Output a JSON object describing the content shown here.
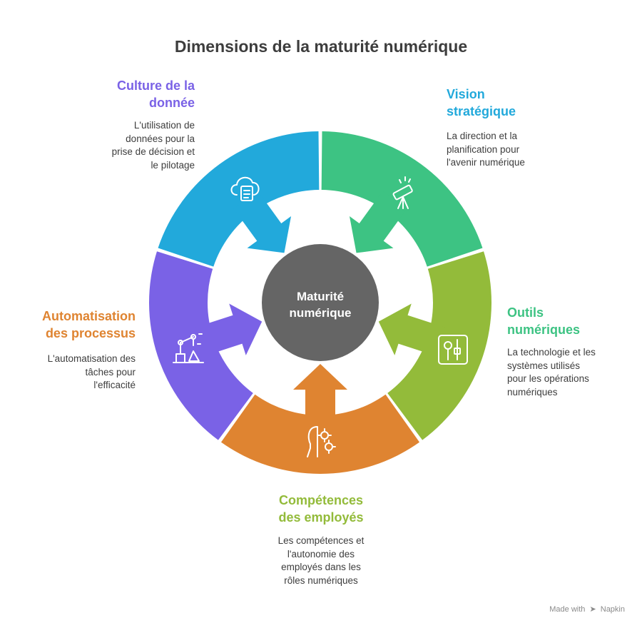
{
  "title": "Dimensions de la maturité numérique",
  "center": {
    "line1": "Maturité",
    "line2": "numérique",
    "color": "#656565"
  },
  "segments": [
    {
      "label": "Culture de la\ndonnée",
      "description": "L'utilisation de\ndonnées pour la\nprise de décision et\nle pilotage",
      "color": "#7a62e6",
      "icon": "cloud-document-icon"
    },
    {
      "label": "Vision\nstratégique",
      "description": "La direction et la\nplanification pour\nl'avenir numérique",
      "color": "#22a9db",
      "icon": "telescope-icon"
    },
    {
      "label": "Outils\nnumériques",
      "description": "La technologie et les\nsystèmes utilisés\npour les opérations\nnumériques",
      "color": "#3dc383",
      "icon": "tools-icon"
    },
    {
      "label": "Compétences\ndes employés",
      "description": "Les compétences et\nl'autonomie des\nemployés dans les\nrôles numériques",
      "color": "#93bb3a",
      "icon": "head-gear-icon"
    },
    {
      "label": "Automatisation\ndes processus",
      "description": "L'automatisation des\ntâches pour\nl'efficacité",
      "color": "#df8431",
      "icon": "robot-arm-icon"
    }
  ],
  "footer": {
    "made_with": "Made with",
    "brand": "Napkin"
  }
}
